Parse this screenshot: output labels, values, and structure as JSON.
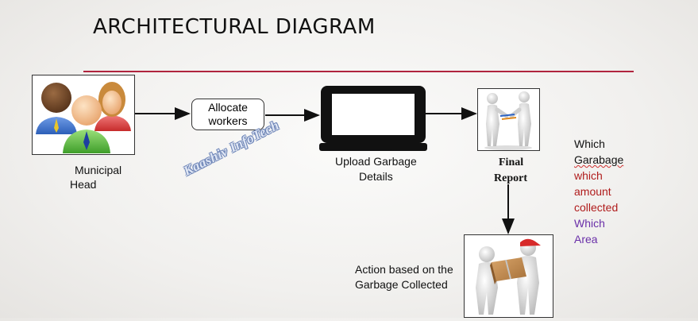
{
  "title": "ARCHITECTURAL DIAGRAM",
  "watermark": "Kaashiv InfoTech",
  "nodes": {
    "municipal_head": {
      "label_line1": "Municipal",
      "label_line2": "Head"
    },
    "allocate": {
      "line1": "Allocate",
      "line2": "workers"
    },
    "upload": {
      "line1": "Upload Garbage",
      "line2": "Details"
    },
    "final_report": {
      "line1": "Final",
      "line2": "Report"
    },
    "action": {
      "line1": "Action based on the",
      "line2": "Garbage Collected"
    }
  },
  "side_notes": [
    {
      "text": "Which",
      "color": "#111111"
    },
    {
      "text": "Garabage",
      "color": "#111111"
    },
    {
      "text": "which",
      "color": "#b01c1c"
    },
    {
      "text": "amount",
      "color": "#b01c1c"
    },
    {
      "text": "collected",
      "color": "#b01c1c"
    },
    {
      "text": "Which",
      "color": "#6a2fa8"
    },
    {
      "text": "Area",
      "color": "#6a2fa8"
    }
  ],
  "colors": {
    "rule": "#b0243e",
    "arrow": "#111111",
    "laptop": "#111111"
  },
  "icons": [
    "users-icon",
    "laptop-icon",
    "handshake-icon",
    "delivery-icon"
  ]
}
